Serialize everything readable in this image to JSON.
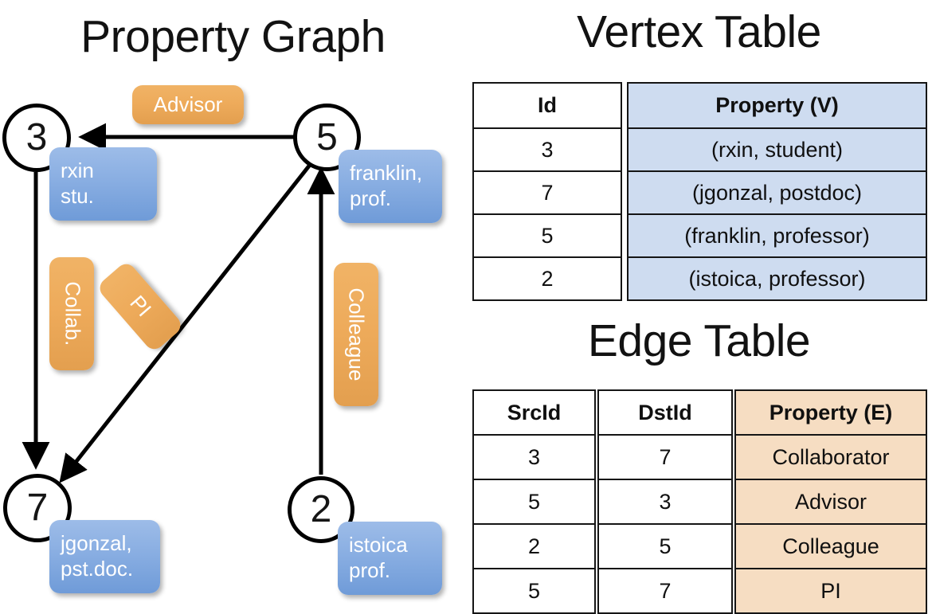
{
  "titles": {
    "property_graph": "Property Graph",
    "vertex_table": "Vertex Table",
    "edge_table": "Edge Table"
  },
  "colors": {
    "vertex_property_fill": "#cedcf0",
    "edge_property_fill": "#f6ddc2",
    "vertex_box_fill": "#89aee2",
    "edge_label_fill": "#eeab5b",
    "stroke": "#151515",
    "background": "#ffffff"
  },
  "graph": {
    "nodes": [
      {
        "id": "3",
        "name": "node-3",
        "property_lines": [
          "rxin",
          "stu."
        ]
      },
      {
        "id": "5",
        "name": "node-5",
        "property_lines": [
          "franklin,",
          "prof."
        ]
      },
      {
        "id": "7",
        "name": "node-7",
        "property_lines": [
          "jgonzal,",
          "pst.doc."
        ]
      },
      {
        "id": "2",
        "name": "node-2",
        "property_lines": [
          "istoica",
          "prof."
        ]
      }
    ],
    "edge_labels": [
      {
        "name": "advisor",
        "text": "Advisor"
      },
      {
        "name": "collab",
        "text": "Collab."
      },
      {
        "name": "pi",
        "text": "PI"
      },
      {
        "name": "colleague",
        "text": "Colleague"
      }
    ],
    "edges": [
      {
        "from": "5",
        "to": "3",
        "label": "Advisor"
      },
      {
        "from": "3",
        "to": "7",
        "label": "Collab."
      },
      {
        "from": "5",
        "to": "7",
        "label": "PI"
      },
      {
        "from": "2",
        "to": "5",
        "label": "Colleague"
      }
    ]
  },
  "vertex_table": {
    "columns": [
      "Id",
      "Property (V)"
    ],
    "rows": [
      {
        "id": "3",
        "property": "(rxin, student)"
      },
      {
        "id": "7",
        "property": "(jgonzal, postdoc)"
      },
      {
        "id": "5",
        "property": "(franklin, professor)"
      },
      {
        "id": "2",
        "property": "(istoica, professor)"
      }
    ]
  },
  "edge_table": {
    "columns": [
      "SrcId",
      "DstId",
      "Property (E)"
    ],
    "rows": [
      {
        "src": "3",
        "dst": "7",
        "property": "Collaborator"
      },
      {
        "src": "5",
        "dst": "3",
        "property": "Advisor"
      },
      {
        "src": "2",
        "dst": "5",
        "property": "Colleague"
      },
      {
        "src": "5",
        "dst": "7",
        "property": "PI"
      }
    ]
  }
}
